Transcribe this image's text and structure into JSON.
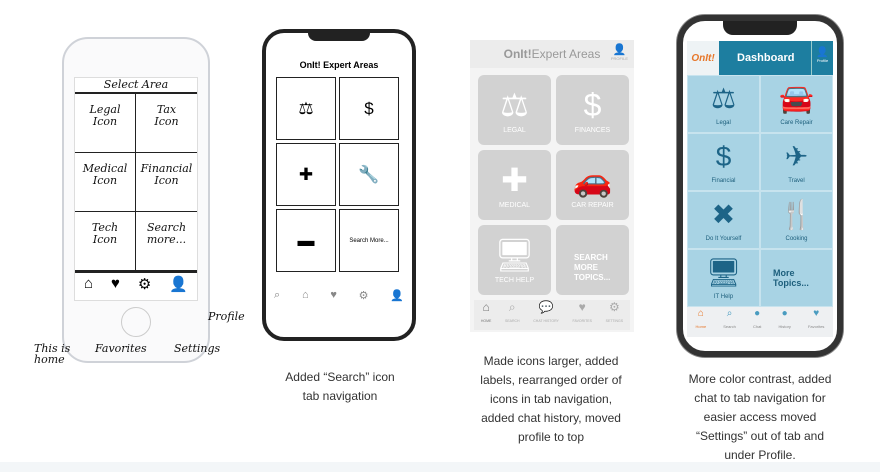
{
  "phone1": {
    "title": "Select Area",
    "cells": [
      "Legal\nIcon",
      "Tax\nIcon",
      "Medical\nIcon",
      "Financial\nIcon",
      "Tech\nIcon",
      "Search\nmore..."
    ],
    "annotations": {
      "home": "This is home",
      "favorites": "Favorites",
      "settings": "Settings",
      "profile": "Profile"
    }
  },
  "phone2": {
    "title": "OnIt! Expert Areas",
    "search_more": "Search More...",
    "caption": [
      "Added “Search” icon",
      "tab navigation"
    ]
  },
  "phone3": {
    "title_brand": "OnIt!",
    "title_rest": " Expert Areas",
    "profile": "PROFILE",
    "cells": [
      "LEGAL",
      "FINANCES",
      "MEDICAL",
      "CAR REPAIR",
      "TECH HELP"
    ],
    "more": [
      "SEARCH",
      "MORE",
      "TOPICS..."
    ],
    "tabs": [
      "HOME",
      "SEARCH",
      "CHAT HISTORY",
      "FAVORITES",
      "SETTINGS"
    ],
    "caption": [
      "Made icons larger, added",
      "labels, rearranged order of",
      "icons in tab navigation,",
      "added chat history, moved",
      "profile to top"
    ]
  },
  "phone4": {
    "logo": "OnIt!",
    "title": "Dashboard",
    "profile": "Profile",
    "cells": [
      "Legal",
      "Care Repair",
      "Financial",
      "Travel",
      "Do It Yourself",
      "Cooking",
      "IT Help"
    ],
    "more": [
      "More",
      "Topics..."
    ],
    "tabs": [
      "Home",
      "Search",
      "Chat",
      "History",
      "Favorites"
    ],
    "caption": [
      "More color contrast, added",
      "chat to tab navigation for",
      "easier access moved",
      "“Settings” out of tab and",
      "under Profile."
    ],
    "colors": {
      "primary": "#1d7ea0",
      "accent": "#e7772a",
      "tile": "#a8d3e4"
    }
  }
}
